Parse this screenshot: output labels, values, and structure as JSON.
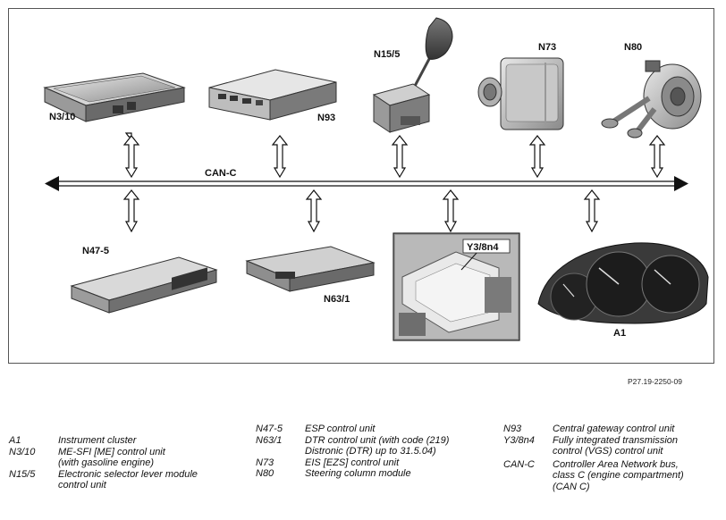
{
  "diagram": {
    "bus_label": "CAN-C",
    "components": {
      "n3_10": "N3/10",
      "n93": "N93",
      "n15_5": "N15/5",
      "n73": "N73",
      "n80": "N80",
      "n47_5": "N47-5",
      "n63_1": "N63/1",
      "y3_8n4": "Y3/8n4",
      "a1": "A1"
    },
    "ref_code": "P27.19-2250-09"
  },
  "legend": {
    "col1": [
      {
        "code": "A1",
        "desc_lines": [
          "Instrument cluster"
        ]
      },
      {
        "code": "N3/10",
        "desc_lines": [
          "ME-SFI [ME] control unit",
          "(with gasoline engine)"
        ]
      },
      {
        "code": "N15/5",
        "desc_lines": [
          "Electronic selector lever module",
          "control unit"
        ]
      }
    ],
    "col2": [
      {
        "code": "N47-5",
        "desc_lines": [
          "ESP control unit"
        ]
      },
      {
        "code": "N63/1",
        "desc_lines": [
          "DTR control unit (with code (219)",
          "Distronic (DTR) up to 31.5.04)"
        ]
      },
      {
        "code": "N73",
        "desc_lines": [
          "EIS [EZS] control unit"
        ]
      },
      {
        "code": "N80",
        "desc_lines": [
          "Steering column module"
        ]
      }
    ],
    "col3": [
      {
        "code": "N93",
        "desc_lines": [
          "Central gateway control unit"
        ]
      },
      {
        "code": "Y3/8n4",
        "desc_lines": [
          "Fully integrated transmission",
          "control (VGS) control unit"
        ]
      },
      {
        "code": "CAN-C",
        "desc_lines": [
          "Controller Area Network bus,",
          "class C (engine compartment)",
          "(CAN C)"
        ]
      }
    ]
  }
}
